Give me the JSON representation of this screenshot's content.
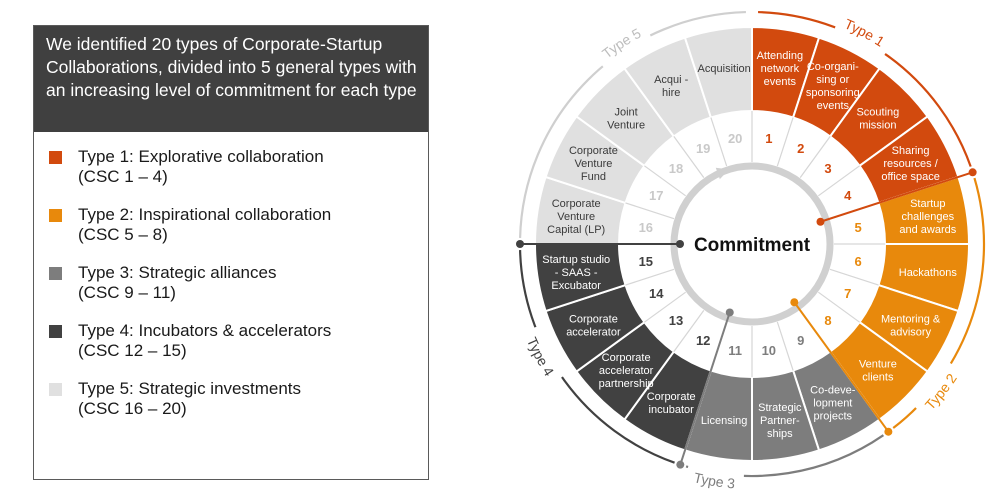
{
  "left_panel": {
    "header_text": "We identified 20 types of Corporate-Startup Collaborations, divided into 5 general types with an increasing level of commitment for each type",
    "legend": [
      {
        "label": "Type 1: Explorative collaboration",
        "range": "(CSC 1 – 4)",
        "color": "#d24a0e"
      },
      {
        "label": "Type 2: Inspirational collaboration",
        "range": "(CSC 5 – 8)",
        "color": "#e8890c"
      },
      {
        "label": "Type 3: Strategic alliances",
        "range": "(CSC 9 – 11)",
        "color": "#7d7d7d"
      },
      {
        "label": "Type 4: Incubators & accelerators",
        "range": "(CSC 12 – 15)",
        "color": "#414141"
      },
      {
        "label": "Type 5: Strategic investments",
        "range": "(CSC 16 – 20)",
        "color": "#e0e0e0"
      }
    ]
  },
  "wheel": {
    "center_label": "Commitment",
    "groups": [
      {
        "label": "Type 1",
        "color": "#d24a0e",
        "ring_color": "#d24a0e"
      },
      {
        "label": "Type 2",
        "color": "#e8890c",
        "ring_color": "#e8890c"
      },
      {
        "label": "Type 3",
        "color": "#7d7d7d",
        "ring_color": "#7d7d7d"
      },
      {
        "label": "Type 4",
        "color": "#414141",
        "ring_color": "#414141"
      },
      {
        "label": "Type 5",
        "color": "#e0e0e0",
        "ring_color": "#cfcfcf"
      }
    ],
    "segments": [
      {
        "num": "1",
        "group": 0,
        "lines": [
          "Attending",
          "network",
          "events"
        ]
      },
      {
        "num": "2",
        "group": 0,
        "lines": [
          "Co-organi-",
          "sing or",
          "sponsoring",
          "events"
        ]
      },
      {
        "num": "3",
        "group": 0,
        "lines": [
          "Scouting",
          "mission"
        ]
      },
      {
        "num": "4",
        "group": 0,
        "lines": [
          "Sharing",
          "resources /",
          "office space"
        ]
      },
      {
        "num": "5",
        "group": 1,
        "lines": [
          "Startup",
          "challenges",
          "and awards"
        ]
      },
      {
        "num": "6",
        "group": 1,
        "lines": [
          "Hackathons"
        ]
      },
      {
        "num": "7",
        "group": 1,
        "lines": [
          "Mentoring &",
          "advisory"
        ]
      },
      {
        "num": "8",
        "group": 1,
        "lines": [
          "Venture",
          "clients"
        ]
      },
      {
        "num": "9",
        "group": 2,
        "lines": [
          "Co-deve-",
          "lopment",
          "projects"
        ]
      },
      {
        "num": "10",
        "group": 2,
        "lines": [
          "Strategic",
          "Partner-",
          "ships"
        ]
      },
      {
        "num": "11",
        "group": 2,
        "lines": [
          "Licensing"
        ]
      },
      {
        "num": "12",
        "group": 3,
        "lines": [
          "Corporate",
          "incubator"
        ]
      },
      {
        "num": "13",
        "group": 3,
        "lines": [
          "Corporate",
          "accelerator",
          "partnership"
        ]
      },
      {
        "num": "14",
        "group": 3,
        "lines": [
          "Corporate",
          "accelerator"
        ]
      },
      {
        "num": "15",
        "group": 3,
        "lines": [
          "Startup studio",
          "- SAAS -",
          "Excubator"
        ]
      },
      {
        "num": "16",
        "group": 4,
        "lines": [
          "Corporate",
          "Venture",
          "Capital (LP)"
        ]
      },
      {
        "num": "17",
        "group": 4,
        "lines": [
          "Corporate",
          "Venture",
          "Fund"
        ]
      },
      {
        "num": "18",
        "group": 4,
        "lines": [
          "Joint",
          "Venture"
        ]
      },
      {
        "num": "19",
        "group": 4,
        "lines": [
          "Acqui -",
          "hire"
        ]
      },
      {
        "num": "20",
        "group": 4,
        "lines": [
          "Acquisition"
        ]
      }
    ]
  }
}
